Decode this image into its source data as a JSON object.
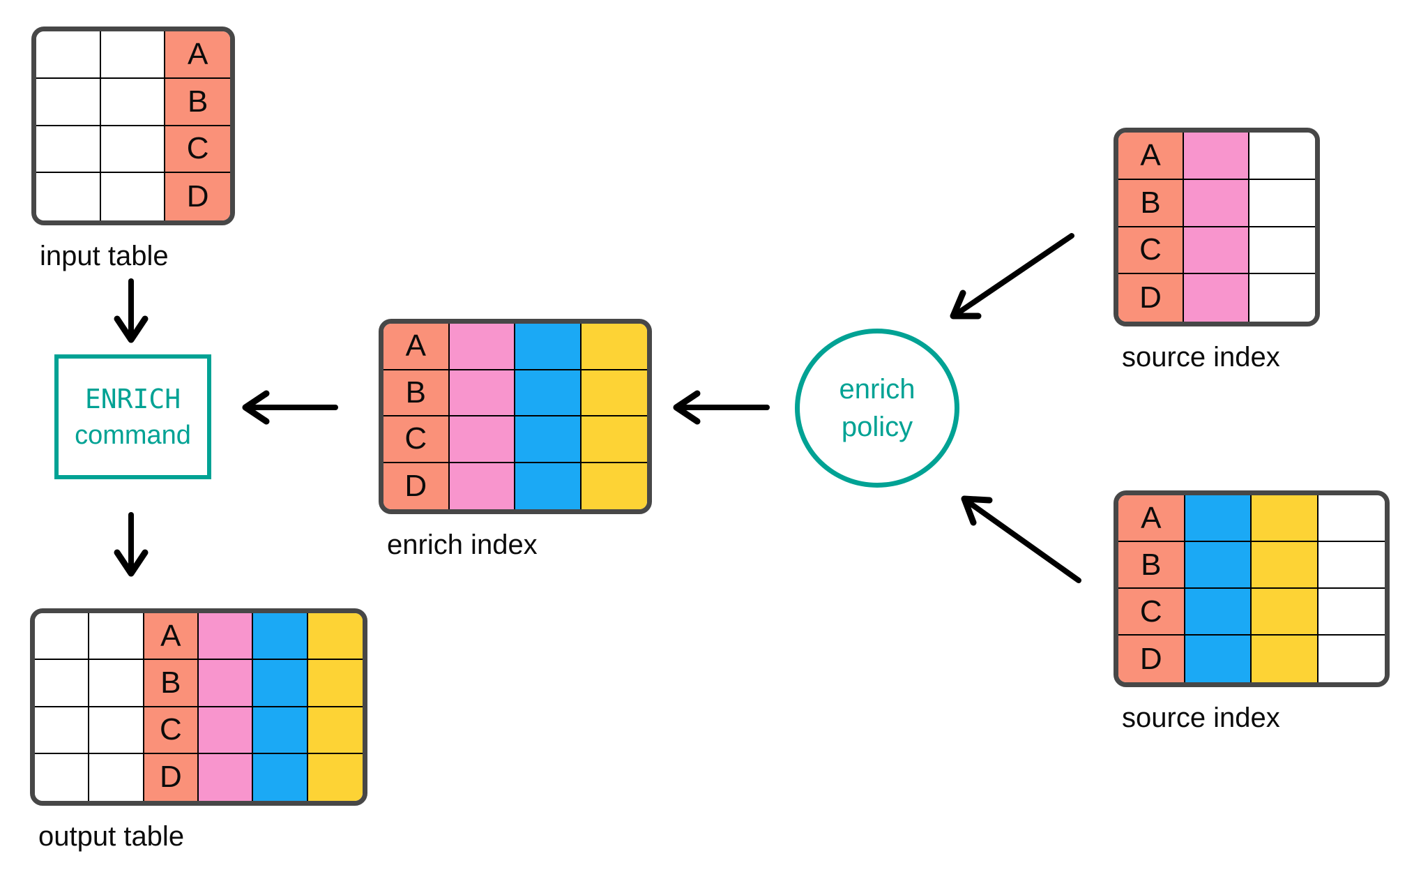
{
  "colors": {
    "salmon": "#FA9179",
    "pink": "#F895CD",
    "blue": "#1BA9F5",
    "yellow": "#FDD335",
    "teal": "#00A294",
    "table_border": "#474747",
    "grid_line": "#000000",
    "arrow": "#000000",
    "label_text": "#0B0B0B"
  },
  "row_keys": [
    "A",
    "B",
    "C",
    "D"
  ],
  "tables": {
    "input": {
      "label": "input table",
      "columns": [
        "white",
        "white",
        "salmon"
      ],
      "key_column": 2
    },
    "enrich_index": {
      "label": "enrich index",
      "columns": [
        "salmon",
        "pink",
        "blue",
        "yellow"
      ],
      "key_column": 0
    },
    "source_top": {
      "label": "source index",
      "columns": [
        "salmon",
        "pink",
        "white"
      ],
      "key_column": 0
    },
    "source_bottom": {
      "label": "source index",
      "columns": [
        "salmon",
        "blue",
        "yellow",
        "white"
      ],
      "key_column": 0
    },
    "output": {
      "label": "output table",
      "columns": [
        "white",
        "white",
        "salmon",
        "pink",
        "blue",
        "yellow"
      ],
      "key_column": 2
    }
  },
  "enrich_command": {
    "line1": "ENRICH",
    "line2": "command"
  },
  "enrich_policy": {
    "line1": "enrich",
    "line2": "policy"
  }
}
